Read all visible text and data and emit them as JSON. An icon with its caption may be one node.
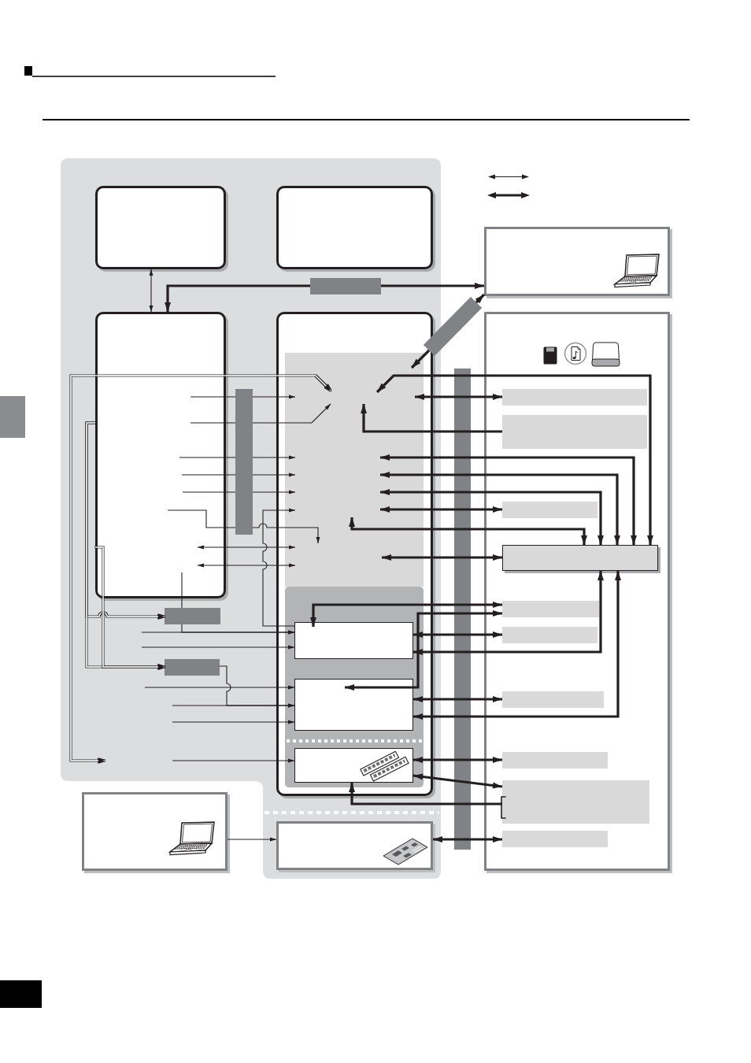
{
  "diagram": {
    "nodes": [
      {
        "text": [],
        "shape": "box"
      },
      {
        "text": [],
        "shape": "box",
        "in": 0
      },
      {
        "text": [],
        "shape": "box",
        "in": 0
      },
      {
        "text": [],
        "shape": "bar",
        "in": 0
      },
      {
        "text": [],
        "shape": "box"
      },
      {
        "text": [],
        "shape": "bar"
      },
      {
        "text": [],
        "shape": "box",
        "in": 0
      },
      {
        "text": [],
        "shape": "box",
        "in": 0
      },
      {
        "text": [],
        "shape": "box",
        "in": 7
      },
      {
        "text": [],
        "shape": "box",
        "in": 7
      },
      {
        "text": [],
        "shape": "box",
        "in": 9
      },
      {
        "text": [],
        "shape": "box",
        "in": 9
      },
      {
        "text": [],
        "shape": "box",
        "in": 9
      },
      {
        "text": [],
        "shape": "bar",
        "in": 0
      },
      {
        "text": [],
        "shape": "bar",
        "in": 0
      },
      {
        "text": [],
        "shape": "box"
      },
      {
        "text": [],
        "shape": "bar",
        "in": 15
      },
      {
        "text": [],
        "shape": "bar",
        "in": 15
      },
      {
        "text": [],
        "shape": "bar",
        "in": 15
      },
      {
        "text": [],
        "shape": "bar",
        "in": 15
      },
      {
        "text": [],
        "shape": "bar",
        "in": 15
      },
      {
        "text": [],
        "shape": "bar",
        "in": 15
      },
      {
        "text": [],
        "shape": "bar",
        "in": 15
      },
      {
        "text": [],
        "shape": "bar",
        "in": 15
      },
      {
        "text": [],
        "shape": "bar",
        "in": 15
      },
      {
        "text": [],
        "shape": "bar",
        "in": 15
      },
      {
        "text": [],
        "shape": "box"
      },
      {
        "text": [],
        "shape": "box",
        "in": 0
      },
      {
        "text": [],
        "shape": "bar",
        "in": 0
      }
    ],
    "edges": [
      {
        "from": 1,
        "to": 6,
        "arrow": "both"
      },
      {
        "from": 3,
        "to": 6,
        "arrow": "to",
        "style": "thick"
      },
      {
        "from": 3,
        "to": 4,
        "arrow": "to",
        "style": "thick"
      },
      {
        "from": 5,
        "to": 8,
        "arrow": "to",
        "style": "thick"
      },
      {
        "from": 5,
        "to": 4,
        "arrow": "to",
        "style": "thick"
      },
      {
        "from": 8,
        "to": 19,
        "arrow": "both",
        "style": "thick"
      },
      {
        "from": 8,
        "to": 16,
        "arrow": "both",
        "style": "thick"
      },
      {
        "from": 17,
        "to": 8,
        "arrow": "to",
        "style": "thick"
      },
      {
        "from": 8,
        "to": 19,
        "arrow": "both",
        "style": "thick"
      },
      {
        "from": 8,
        "to": 19,
        "arrow": "both",
        "style": "thick"
      },
      {
        "from": 8,
        "to": 19,
        "arrow": "both",
        "style": "thick"
      },
      {
        "from": 8,
        "to": 18,
        "arrow": "both",
        "style": "thick"
      },
      {
        "from": 8,
        "to": 19,
        "arrow": "both",
        "style": "thick"
      },
      {
        "from": 8,
        "to": 19,
        "arrow": "both",
        "style": "thick"
      },
      {
        "from": 10,
        "to": 20,
        "arrow": "both",
        "style": "thick"
      },
      {
        "from": 11,
        "to": 20,
        "arrow": "both",
        "style": "thick"
      },
      {
        "from": 10,
        "to": 21,
        "arrow": "both",
        "style": "thick"
      },
      {
        "from": 10,
        "to": 19,
        "arrow": "both",
        "style": "thick"
      },
      {
        "from": 11,
        "to": 22,
        "arrow": "both",
        "style": "thick"
      },
      {
        "from": 11,
        "to": 19,
        "arrow": "both",
        "style": "thick"
      },
      {
        "from": 12,
        "to": 23,
        "arrow": "both",
        "style": "thick"
      },
      {
        "from": 12,
        "to": 24,
        "arrow": "both",
        "style": "thick"
      },
      {
        "from": 24,
        "to": 12,
        "arrow": "to",
        "style": "thick"
      },
      {
        "from": 27,
        "to": 25,
        "arrow": "both",
        "style": "thick"
      },
      {
        "from": 26,
        "to": 27,
        "arrow": "to"
      },
      {
        "from": 6,
        "to": 28,
        "arrow": "none"
      },
      {
        "from": 28,
        "to": 8,
        "arrow": "to"
      },
      {
        "from": 6,
        "to": 28,
        "arrow": "none"
      },
      {
        "from": 28,
        "to": 8,
        "arrow": "to"
      },
      {
        "from": 6,
        "to": 28,
        "arrow": "none"
      },
      {
        "from": 28,
        "to": 8,
        "arrow": "to"
      },
      {
        "from": 6,
        "to": 28,
        "arrow": "none"
      },
      {
        "from": 28,
        "to": 8,
        "arrow": "to"
      },
      {
        "from": 6,
        "to": 28,
        "arrow": "none"
      },
      {
        "from": 28,
        "to": 8,
        "arrow": "to"
      },
      {
        "from": 6,
        "to": 28,
        "arrow": "none"
      },
      {
        "from": 28,
        "to": 8,
        "arrow": "to"
      },
      {
        "from": 10,
        "to": 8,
        "arrow": "to"
      },
      {
        "from": 6,
        "to": 8,
        "arrow": "both"
      },
      {
        "from": 6,
        "to": 8,
        "arrow": "both"
      },
      {
        "from": 8,
        "to": null,
        "arrow": "both",
        "color": "#ffffff"
      },
      {
        "from": 6,
        "to": 13,
        "arrow": "to",
        "color": "#ffffff"
      },
      {
        "from": 6,
        "to": 14,
        "arrow": "to",
        "color": "#ffffff"
      },
      {
        "from": 6,
        "to": 14,
        "arrow": "to",
        "color": "#ffffff"
      },
      {
        "from": 6,
        "to": 13,
        "arrow": "none"
      },
      {
        "from": 13,
        "to": 10,
        "arrow": "to"
      },
      {
        "from": null,
        "to": 10,
        "arrow": "to"
      },
      {
        "from": null,
        "to": 10,
        "arrow": "to"
      },
      {
        "from": 14,
        "to": 11,
        "arrow": "to"
      },
      {
        "from": null,
        "to": 11,
        "arrow": "to"
      },
      {
        "from": null,
        "to": 11,
        "arrow": "to"
      },
      {
        "from": null,
        "to": 11,
        "arrow": "to"
      },
      {
        "from": null,
        "to": 12,
        "arrow": "to"
      }
    ]
  }
}
